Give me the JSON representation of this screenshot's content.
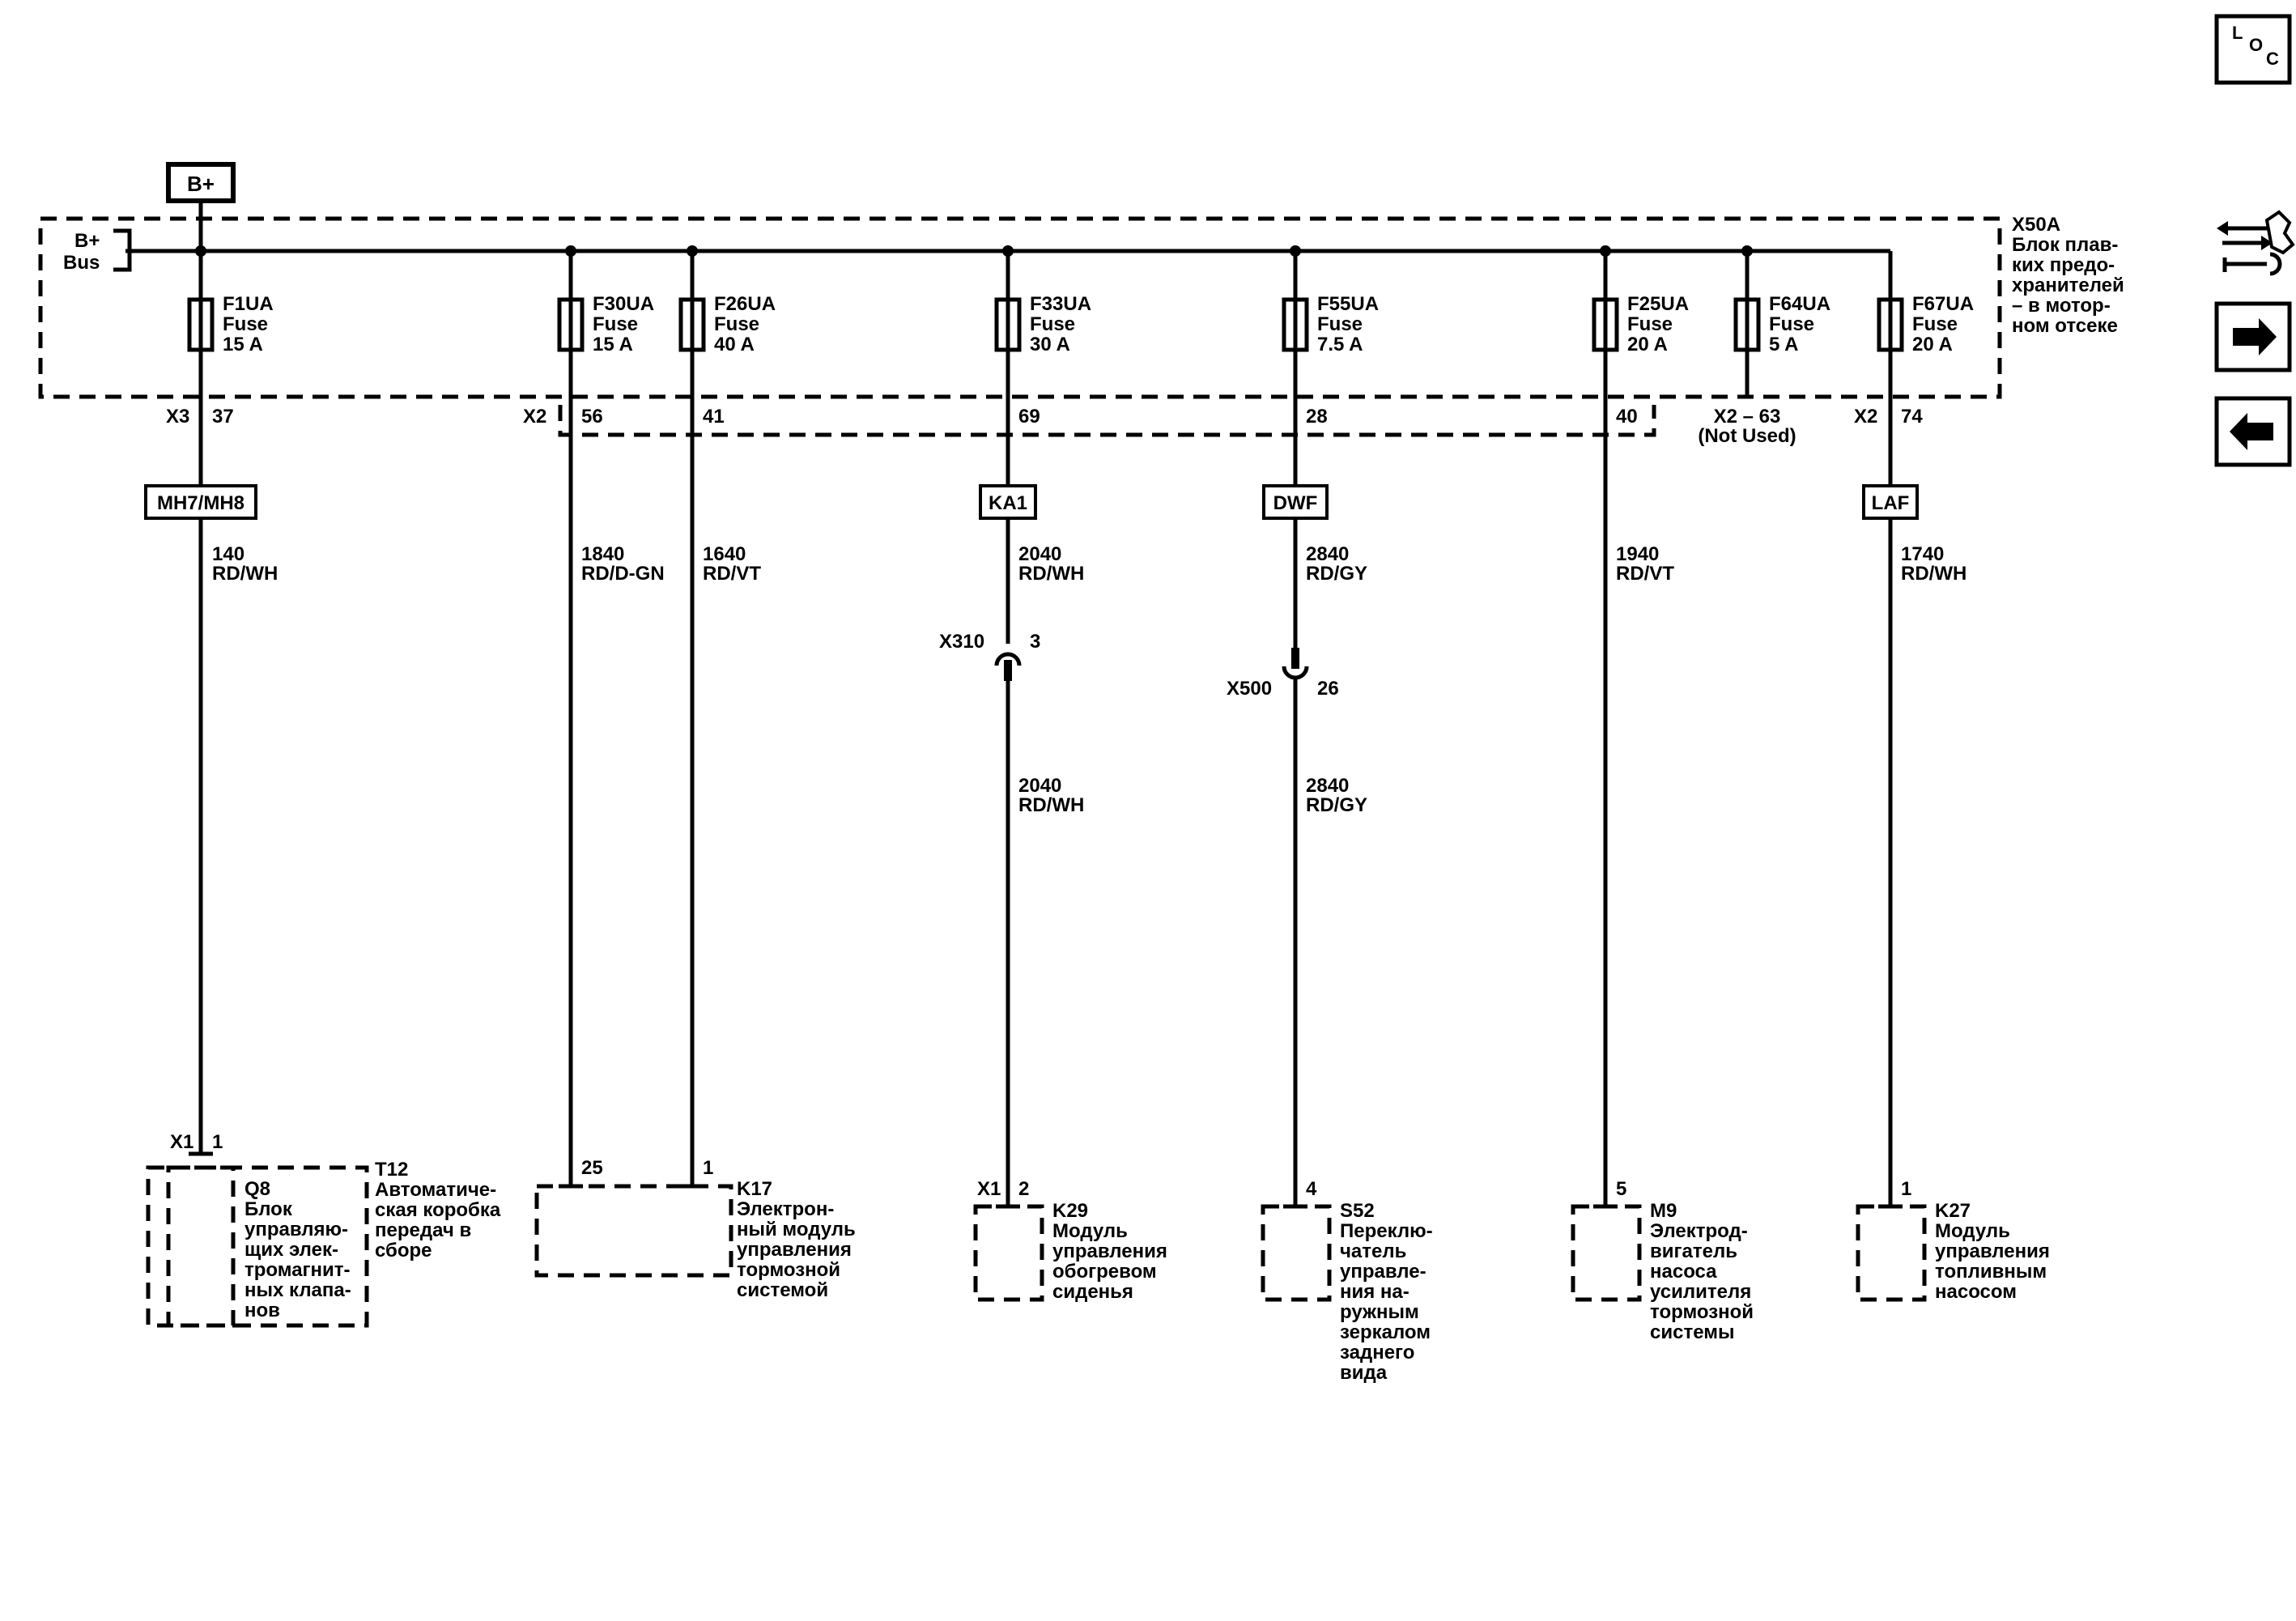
{
  "diagram": {
    "power_source": "B+",
    "bus_label": [
      "B+",
      "Bus"
    ],
    "fuse_block": {
      "id": "X50A",
      "name_lines": [
        "Блок плав-",
        "ких предо-",
        "хранителей",
        "– в мотор-",
        "ном отсеке"
      ]
    },
    "fuse_word": "Fuse",
    "fuses": [
      {
        "name": "F1UA",
        "rating": "15 A"
      },
      {
        "name": "F30UA",
        "rating": "15 A"
      },
      {
        "name": "F26UA",
        "rating": "40 A"
      },
      {
        "name": "F33UA",
        "rating": "30 A"
      },
      {
        "name": "F55UA",
        "rating": "7.5 A"
      },
      {
        "name": "F25UA",
        "rating": "20 A"
      },
      {
        "name": "F64UA",
        "rating": "5 A"
      },
      {
        "name": "F67UA",
        "rating": "20 A"
      }
    ],
    "terminals": {
      "x3": "X3",
      "f1": "37",
      "x2_left": "X2",
      "f30": "56",
      "f26": "41",
      "f33": "69",
      "f55": "28",
      "f25": "40",
      "f64": "X2 – 63",
      "f64_note": "(Not Used)",
      "x2_right": "X2",
      "f67": "74"
    },
    "splice_tags": {
      "mh": "MH7/MH8",
      "ka1": "KA1",
      "dwf": "DWF",
      "laf": "LAF"
    },
    "wires": [
      {
        "circuit": "140",
        "color": "RD/WH"
      },
      {
        "circuit": "1840",
        "color": "RD/D-GN"
      },
      {
        "circuit": "1640",
        "color": "RD/VT"
      },
      {
        "circuit": "2040",
        "color": "RD/WH"
      },
      {
        "circuit": "2840",
        "color": "RD/GY"
      },
      {
        "circuit": "1940",
        "color": "RD/VT"
      },
      {
        "circuit": "1740",
        "color": "RD/WH"
      },
      {
        "circuit": "2040",
        "color": "RD/WH"
      },
      {
        "circuit": "2840",
        "color": "RD/GY"
      }
    ],
    "inline_connectors": [
      {
        "id": "X310",
        "pin": "3"
      },
      {
        "id": "X500",
        "pin": "26"
      }
    ],
    "components": {
      "t12": {
        "conn": "X1",
        "pin": "1",
        "id": "T12",
        "name_lines": [
          "Автоматиче-",
          "ская коробка",
          "передач в",
          "сборе"
        ]
      },
      "q8": {
        "id": "Q8",
        "name_lines": [
          "Блок",
          "управляю-",
          "щих элек-",
          "тромагнит-",
          "ных клапа-",
          "нов"
        ]
      },
      "k17": {
        "pin_a": "25",
        "pin_b": "1",
        "id": "K17",
        "name_lines": [
          "Электрон-",
          "ный модуль",
          "управления",
          "тормозной",
          "системой"
        ]
      },
      "k29": {
        "conn": "X1",
        "pin": "2",
        "id": "K29",
        "name_lines": [
          "Модуль",
          "управления",
          "обогревом",
          "сиденья"
        ]
      },
      "s52": {
        "pin": "4",
        "id": "S52",
        "name_lines": [
          "Переклю-",
          "чатель",
          "управле-",
          "ния на-",
          "ружным",
          "зеркалом",
          "заднего",
          "вида"
        ]
      },
      "m9": {
        "pin": "5",
        "id": "M9",
        "name_lines": [
          "Электрод-",
          "вигатель",
          "насоса",
          "усилителя",
          "тормозной",
          "системы"
        ]
      },
      "k27": {
        "pin": "1",
        "id": "K27",
        "name_lines": [
          "Модуль",
          "управления",
          "топливным",
          "насосом"
        ]
      }
    }
  },
  "nav": {
    "loc_letters": [
      "L",
      "O",
      "C"
    ],
    "icons": [
      "loc-icon",
      "connector-repair-icon",
      "arrow-right-icon",
      "arrow-left-icon"
    ]
  }
}
